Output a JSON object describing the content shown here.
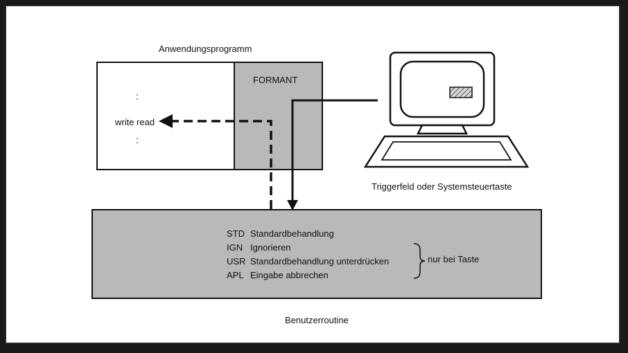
{
  "labels": {
    "app_program": "Anwendungsprogramm",
    "formant": "FORMANT",
    "write_read": "write read",
    "vdots_top": ":",
    "vdots_bottom": ":",
    "trigger": "Triggerfeld oder  Systemsteuertaste",
    "routine": "Benutzerroutine",
    "only_key": "nur bei Taste"
  },
  "options": [
    {
      "code": "STD",
      "text": "Standardbehandlung"
    },
    {
      "code": "IGN",
      "text": "Ignorieren"
    },
    {
      "code": "USR",
      "text": "Standardbehandlung unterdrücken"
    },
    {
      "code": "APL",
      "text": "Eingabe abbrechen"
    }
  ],
  "colors": {
    "frame": "#1a1a1a",
    "panel": "#ffffff",
    "shaded_box": "#b9b9b9",
    "line": "#111111",
    "screen_highlight": "#8a8a8a"
  },
  "icons": {
    "terminal": "computer-terminal-icon",
    "left_arrow": "arrow-left-icon",
    "down_arrow": "arrow-down-icon",
    "brace": "right-brace-icon"
  }
}
